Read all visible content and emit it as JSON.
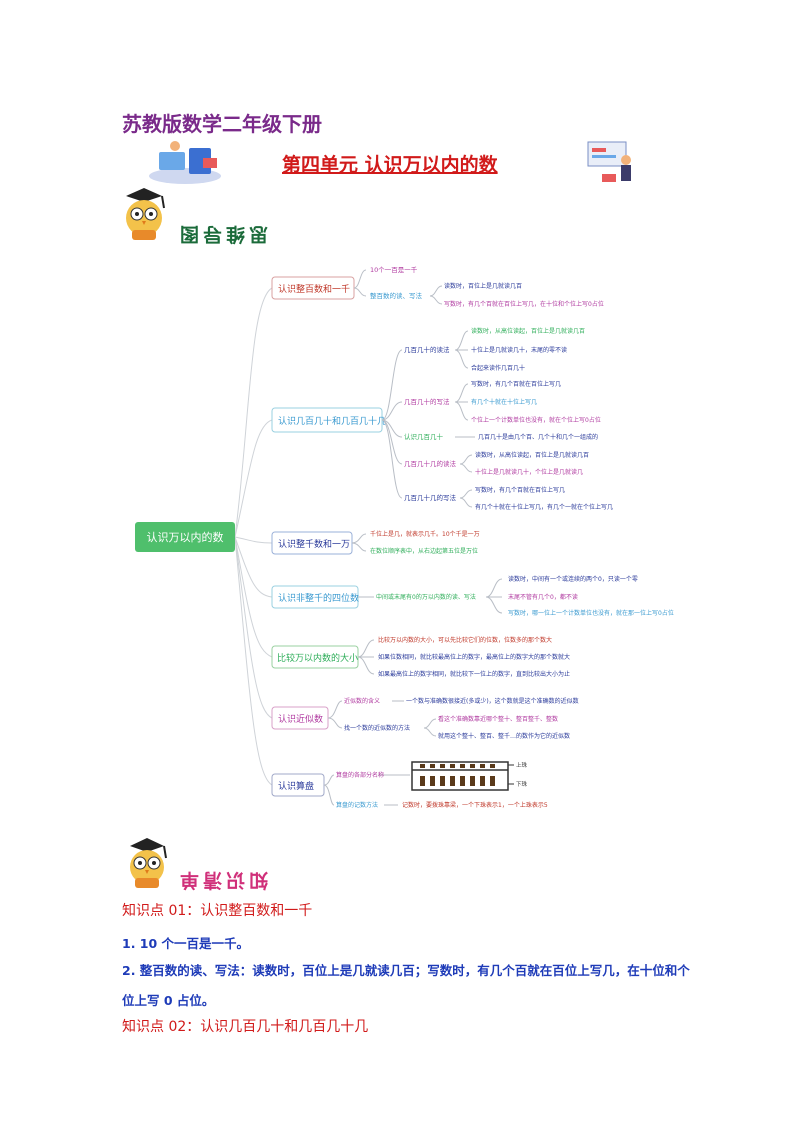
{
  "header": {
    "doc_title": "苏教版数学二年级下册",
    "unit_title": "第四单元  认识万以内的数",
    "mindmap_heading": "思维导图",
    "knowledge_heading": "知识清单"
  },
  "mindmap": {
    "root": "认识万以内的数",
    "branches": [
      {
        "label": "认识整百数和一千",
        "items": [
          "10个一百是一千",
          "整百数的读、写法",
          "读数时，百位上是几就读几百",
          "写数时，有几个百就在百位上写几，在十位和个位上写0占位"
        ]
      },
      {
        "label": "认识几百几十和几百几十几",
        "subs": [
          "几百几十的读法",
          "几百几十的写法",
          "认识几百几十",
          "几百几十几的读法",
          "几百几十几的写法"
        ],
        "items": [
          "读数时，从高位读起，百位上是几就读几百",
          "十位上是几就读几十，末尾的零不读",
          "合起来读作几百几十",
          "写数时，有几个百就在百位上写几",
          "有几个十就在十位上写几",
          "个位上一个计数单位也没有，就在个位上写0占位",
          "几百几十是由几个百、几个十和几个一组成的",
          "读数时，从高位读起，百位上是几就读几百",
          "十位上是几就读几十，个位上是几就读几",
          "写数时，有几个百就在百位上写几",
          "有几个十就在十位上写几，有几个一就在个位上写几"
        ]
      },
      {
        "label": "认识整千数和一万",
        "items": [
          "千位上是几，就表示几千。10个千是一万",
          "在数位顺序表中，从右边起第五位是万位"
        ]
      },
      {
        "label": "认识非整千的四位数",
        "items": [
          "中间或末尾有0的万以内数的读、写法",
          "读数时，中间有一个或连续的两个0，只读一个零",
          "末尾不管有几个0，都不读",
          "写数时，哪一位上一个计数单位也没有，就在那一位上写0占位"
        ]
      },
      {
        "label": "比较万以内数的大小",
        "items": [
          "比较万以内数的大小，可以先比较它们的位数，位数多的那个数大",
          "如果位数相同，就比较最高位上的数字，最高位上的数字大的那个数就大",
          "如果最高位上的数字相同，就比较下一位上的数字，直到比较出大小为止"
        ]
      },
      {
        "label": "认识近似数",
        "items": [
          "近似数的含义",
          "一个数与准确数很接近(多或少)，这个数就是这个准确数的近似数",
          "找一个数的近似数的方法",
          "看这个准确数靠近哪个整十、整百整千、整数",
          "就用这个整十、整百、整千…的数作为它的近似数"
        ]
      },
      {
        "label": "认识算盘",
        "items": [
          "算盘的各部分名称",
          "上珠",
          "下珠",
          "算盘的记数方法",
          "记数时，要拨珠靠梁，一个下珠表示1，一个上珠表示5"
        ]
      }
    ]
  },
  "section1": {
    "heading": "知识点 01：认识整百数和一千",
    "p1": "1.  10 个一百是一千。",
    "p2_line1": "2.  整百数的读、写法：读数时，百位上是几就读几百；写数时，有几个百就在百位上写几，在十位和个",
    "p2_line2": "位上写 0 占位。"
  },
  "section2": {
    "heading": "知识点 02：认识几百几十和几百几十几"
  }
}
